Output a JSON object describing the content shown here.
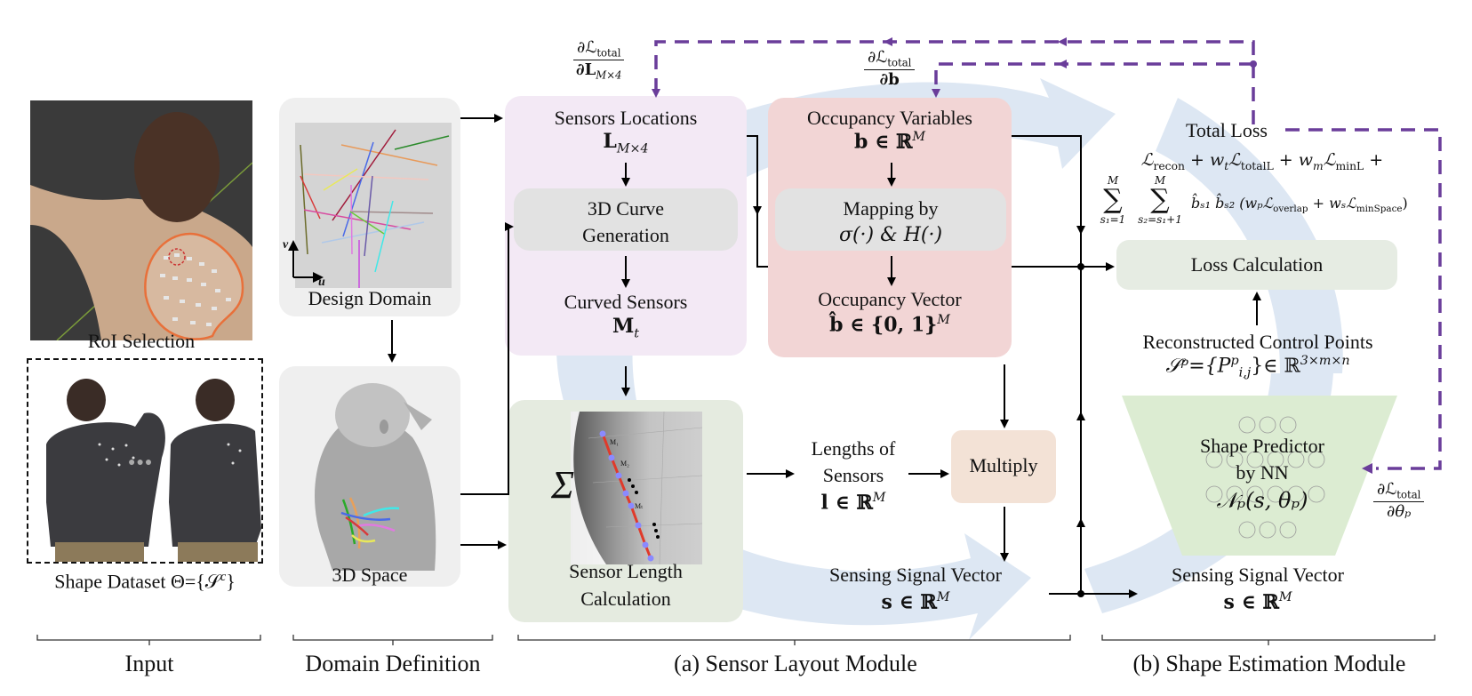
{
  "input": {
    "roi_label": "RoI Selection",
    "dataset_label": "Shape Dataset Θ={𝒮",
    "dataset_sup": "c",
    "dataset_close": "}",
    "ellipsis": "●●●",
    "section_label": "Input"
  },
  "domain_definition": {
    "design_domain_label": "Design Domain",
    "axis_u": "u",
    "axis_v": "v",
    "space_label": "3D Space",
    "section_label": "Domain Definition"
  },
  "sensor_layout": {
    "grad_L_num": "∂ℒ",
    "grad_L_num_sub": "total",
    "grad_L_den": "∂L",
    "grad_L_den_sub": "M×4",
    "grad_b_num": "∂ℒ",
    "grad_b_num_sub": "total",
    "grad_b_den": "∂b",
    "sensors_locations_title": "Sensors Locations",
    "sensors_locations_sym": "L",
    "sensors_locations_sub": "M×4",
    "curve_gen_line1": "3D Curve",
    "curve_gen_line2": "Generation",
    "curved_sensors_title": "Curved Sensors",
    "curved_sensors_sym": "M",
    "curved_sensors_sub": "t",
    "occ_vars_title": "Occupancy Variables",
    "occ_vars_sym": "b ∈ ℝ",
    "occ_vars_sup": "M",
    "mapping_line1": "Mapping by",
    "mapping_line2": "σ(·) & H(·)",
    "occ_vec_title": "Occupancy Vector",
    "occ_vec_sym": "b̂ ∈ {0, 1}",
    "occ_vec_sup": "M",
    "sigma_symbol": "Σ",
    "length_calc_line1": "Sensor Length",
    "length_calc_line2": "Calculation",
    "segment_labels": [
      "M₁",
      "M₂",
      "Mₜ"
    ],
    "lengths_line1": "Lengths of",
    "lengths_line2": "Sensors",
    "lengths_sym": "l ∈ ℝ",
    "lengths_sup": "M",
    "multiply_label": "Multiply",
    "signal_title": "Sensing Signal Vector",
    "signal_sym": "s ∈ ℝ",
    "signal_sup": "M",
    "section_label": "(a) Sensor Layout Module"
  },
  "shape_estimation": {
    "total_loss_title": "Total Loss",
    "loss_line1": "ℒ",
    "loss_line1_sub": "recon",
    "loss_line1_rest": " + w",
    "loss_wt_sub": "t",
    "loss_totalL": "ℒ",
    "loss_totalL_sub": "totalL",
    "loss_wm": " + w",
    "loss_wm_sub": "m",
    "loss_minL": "ℒ",
    "loss_minL_sub": "minL",
    "loss_plus": " +",
    "sum1_top": "M",
    "sum1_bottom": "s₁=1",
    "sum2_top": "M",
    "sum2_bottom": "s₂=s₁+1",
    "sum_symbol": "∑",
    "loss_line2": "b̂ₛ₁ b̂ₛ₂ (wₚℒ",
    "loss_overlap_sub": "overlap",
    "loss_line2_mid": " + wₛℒ",
    "loss_minspace_sub": "minSpace",
    "loss_line2_end": ")",
    "loss_calc_label": "Loss Calculation",
    "recon_title": "Reconstructed Control Points",
    "recon_sym": "𝒮ᵖ={P",
    "recon_sym_sub": "i,j",
    "recon_sym_sup": "p",
    "recon_sym_rest": "}∈ ℝ",
    "recon_sym_dim": "3×m×n",
    "predictor_line1": "Shape Predictor",
    "predictor_line2": "by NN",
    "predictor_sym": "𝒩ₚ(s, θₚ)",
    "grad_theta_num": "∂ℒ",
    "grad_theta_num_sub": "total",
    "grad_theta_den": "∂θₚ",
    "signal_title": "Sensing Signal Vector",
    "signal_sym": "s ∈ ℝ",
    "signal_sup": "M",
    "section_label": "(b) Shape Estimation Module"
  },
  "colors": {
    "gradient_arrow": "#6a3d9a",
    "flow_arrow": "#dde7f3",
    "sensor_locations_bg": "#f3e9f5",
    "occupancy_bg": "#f2d5d5",
    "length_calc_bg": "#e5ebe0",
    "multiply_bg": "#f3e2d6",
    "predictor_bg": "#dcecd2"
  }
}
